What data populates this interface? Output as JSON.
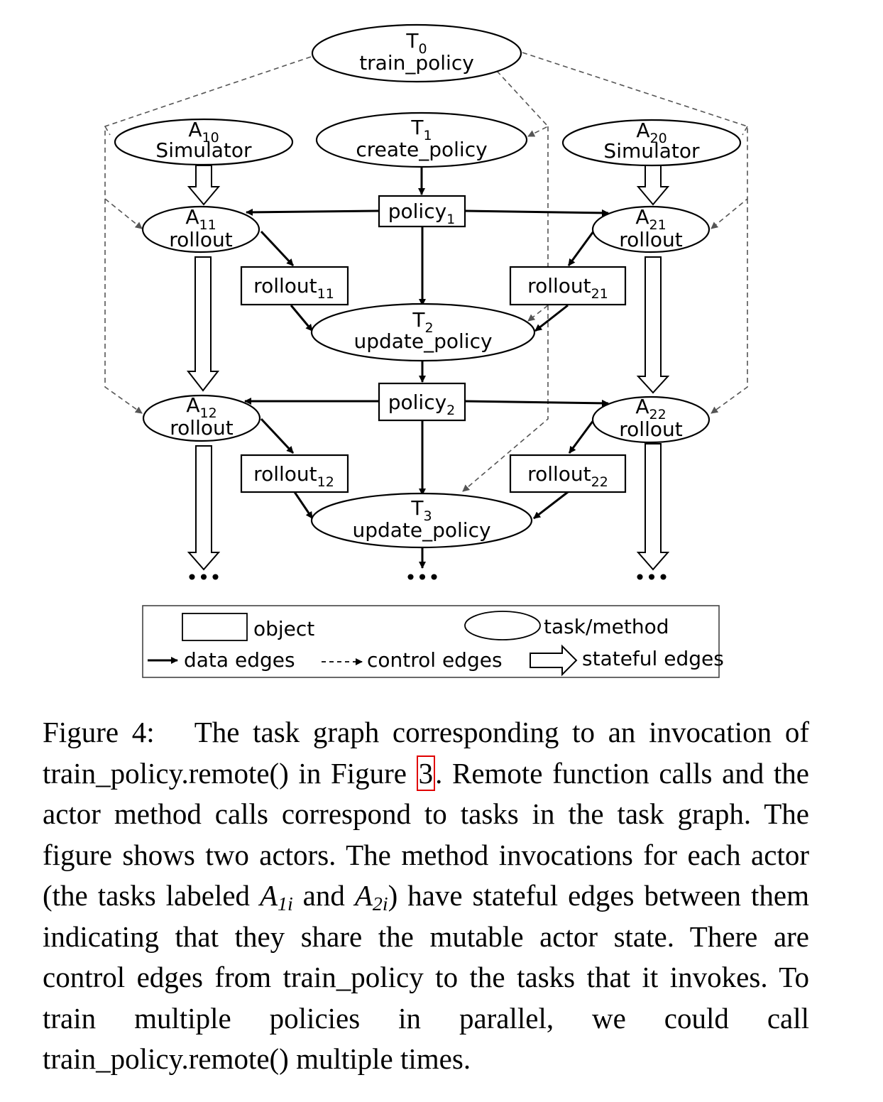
{
  "nodes": {
    "t0": {
      "id": "T",
      "sub": "0",
      "name": "train_policy"
    },
    "t1": {
      "id": "T",
      "sub": "1",
      "name": "create_policy"
    },
    "t2": {
      "id": "T",
      "sub": "2",
      "name": "update_policy"
    },
    "t3": {
      "id": "T",
      "sub": "3",
      "name": "update_policy"
    },
    "a10": {
      "id": "A",
      "sub": "10",
      "name": "Simulator"
    },
    "a20": {
      "id": "A",
      "sub": "20",
      "name": "Simulator"
    },
    "a11": {
      "id": "A",
      "sub": "11",
      "name": "rollout"
    },
    "a21": {
      "id": "A",
      "sub": "21",
      "name": "rollout"
    },
    "a12": {
      "id": "A",
      "sub": "12",
      "name": "rollout"
    },
    "a22": {
      "id": "A",
      "sub": "22",
      "name": "rollout"
    }
  },
  "objects": {
    "policy1": {
      "name": "policy",
      "sub": "1"
    },
    "policy2": {
      "name": "policy",
      "sub": "2"
    },
    "rollout11": {
      "name": "rollout",
      "sub": "11"
    },
    "rollout21": {
      "name": "rollout",
      "sub": "21"
    },
    "rollout12": {
      "name": "rollout",
      "sub": "12"
    },
    "rollout22": {
      "name": "rollout",
      "sub": "22"
    }
  },
  "continuation": "•••",
  "legend": {
    "object": "object",
    "task": "task/method",
    "data": "data edges",
    "control": "control edges",
    "stateful": "stateful edges"
  },
  "caption": {
    "label": "Figure 4:",
    "text1": "The task graph corresponding to an invocation of train_policy.remote() in Figure ",
    "ref": "3",
    "text2": ". Remote function calls and the actor method calls correspond to tasks in the task graph. The figure shows two actors. The method invocations for each actor (the tasks labeled ",
    "a1_base": "A",
    "a1_sub": "1i",
    "and": " and ",
    "a2_base": "A",
    "a2_sub": "2i",
    "text3": ") have stateful edges between them indicating that they share the mutable actor state. There are control edges from train_policy to the tasks that it invokes. To train multiple policies in parallel, we could call train_policy.remote() multiple times."
  }
}
